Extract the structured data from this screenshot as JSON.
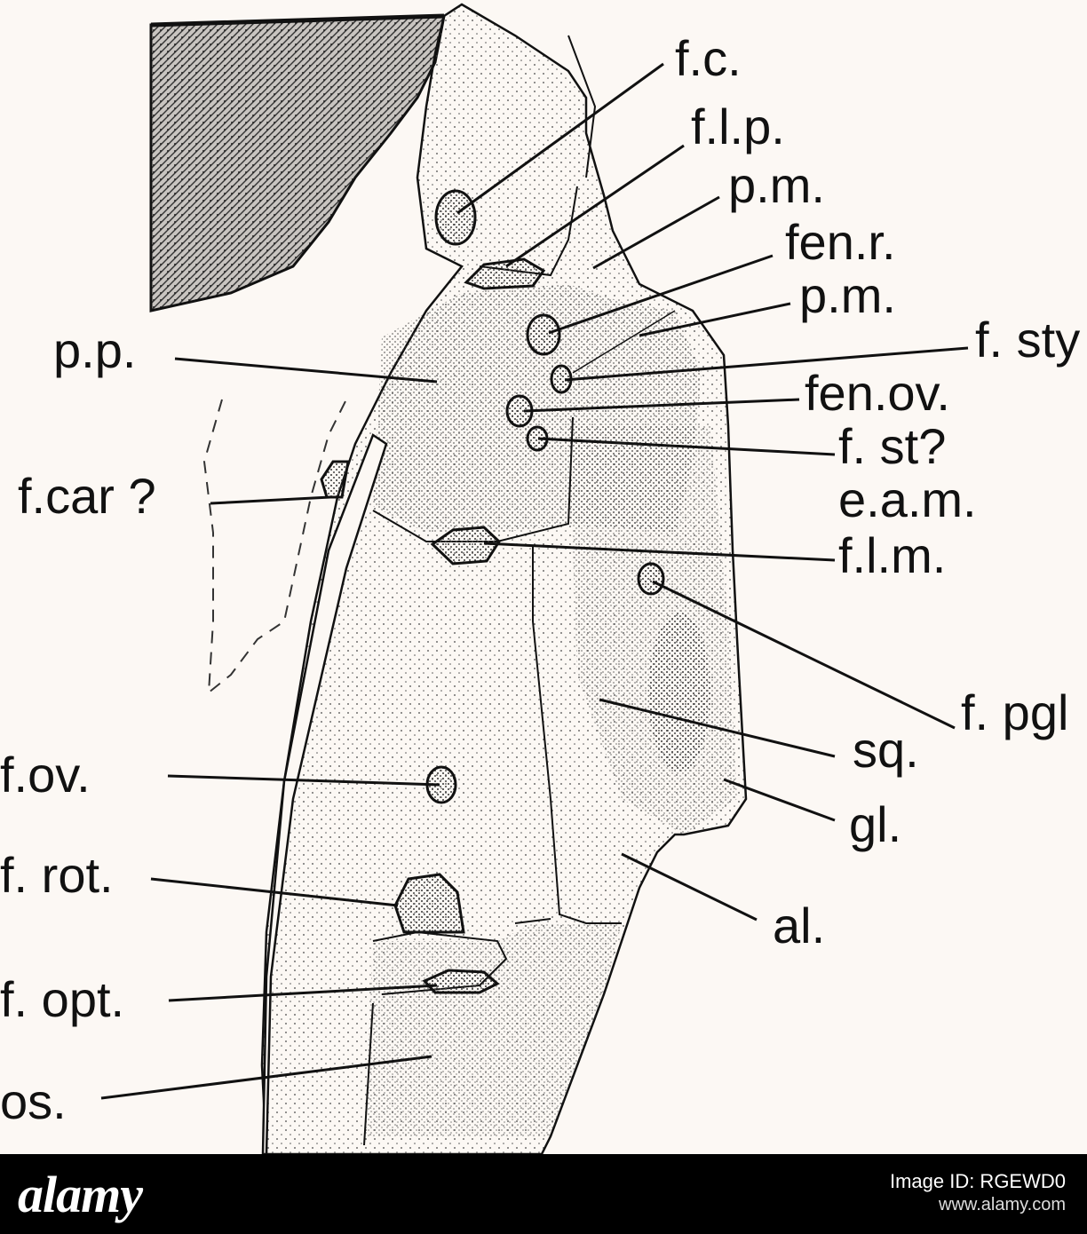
{
  "labels": {
    "fc": "f.c.",
    "flp": "f.l.p.",
    "pm1": "p.m.",
    "fenr": "fen.r.",
    "pm2": "p.m.",
    "fsty": "f. sty",
    "fenov": "fen.ov.",
    "fst": "f. st?",
    "eam": "e.a.m.",
    "flm": "f.l.m.",
    "fpgl": "f. pgl",
    "sq": "sq.",
    "gl": "gl.",
    "al": "al.",
    "pp": "p.p.",
    "fcar": "f.car ?",
    "fov": "f.ov.",
    "frot": "f. rot.",
    "fopt": "f. opt.",
    "os": "os."
  },
  "footer": {
    "logo": "alamy",
    "image_id": "Image ID: RGEWD0",
    "site": "www.alamy.com"
  },
  "colors": {
    "background": "#fcf8f4",
    "ink": "#111111",
    "footer": "#000000"
  }
}
